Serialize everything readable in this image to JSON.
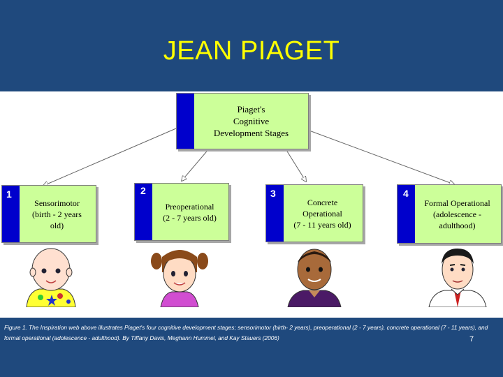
{
  "slide": {
    "title": "JEAN PIAGET",
    "page_number": "7",
    "colors": {
      "header_background": "#1f497d",
      "title_text": "#ffff00",
      "card_background": "#ccff99",
      "card_stripe": "#0000cc"
    }
  },
  "diagram": {
    "root": {
      "label": "Piaget's\nCognitive\nDevelopment Stages"
    },
    "stages": [
      {
        "number": "1",
        "label": "Sensorimotor\n(birth - 2 years\nold)",
        "portrait": "baby-icon"
      },
      {
        "number": "2",
        "label": "Preoperational\n(2 - 7 years old)",
        "portrait": "girl-icon"
      },
      {
        "number": "3",
        "label": "Concrete\nOperational\n(7 - 11 years old)",
        "portrait": "boy-icon"
      },
      {
        "number": "4",
        "label": "Formal Operational\n(adolescence -\nadulthood)",
        "portrait": "man-icon"
      }
    ]
  },
  "caption": "Figure 1. The Inspiration web above illustrates Piaget's four cognitive development stages; sensorimotor (birth- 2 years), preoperational (2 - 7 years), concrete operational (7 - 11 years), and formal operational (adolescence - adulthood). By Tiffany Davis, Meghann Hummel, and Kay Stauers (2006)"
}
